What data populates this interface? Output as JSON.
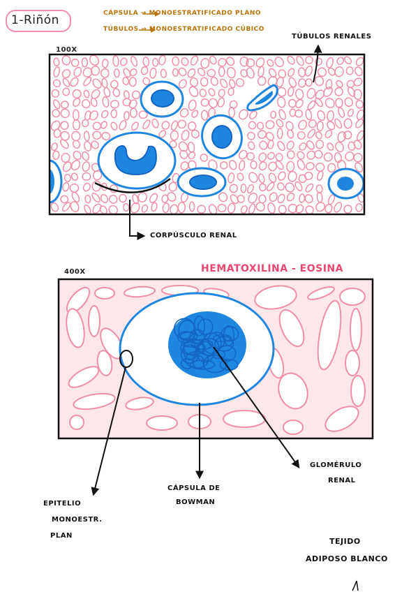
{
  "title": "1-Riñón",
  "notes": {
    "line1": "CÁPSULA → MONOESTRATIFICADO PLANO",
    "line2": "TÚBULOS → MONOESTRATIFICADO CÚBICO"
  },
  "panel1": {
    "magnification": "100X",
    "tubules_label": "TÚBULOS RENALES",
    "corpuscle_label": "CORPÚSCULO RENAL"
  },
  "panel2": {
    "magnification": "400X",
    "stain": "HEMATOXILINA - EOSINA",
    "epithelium_label": [
      "EPITELIO",
      "MONOESTR.",
      "PLAN"
    ],
    "capsule_label": [
      "CÁPSULA DE",
      "BOWMAN"
    ],
    "glomerulus_label": [
      "GLOMÉRULO",
      "RENAL"
    ]
  },
  "footer": {
    "next_title_line1": "TEJIDO",
    "next_title_line2": "ADIPOSO BLANCO"
  },
  "colors": {
    "pink_outline": "#f08fa6",
    "pink_fill": "#fde4e8",
    "blue": "#1f86e0",
    "blue_dark": "#1565c0",
    "orange": "#b8730b",
    "ink": "#111111"
  }
}
